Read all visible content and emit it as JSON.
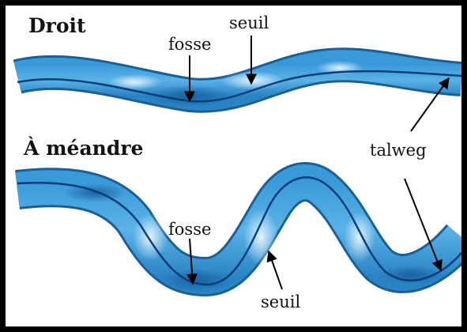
{
  "sections": {
    "straight": {
      "title": "Droit"
    },
    "meander": {
      "title": "À méandre"
    }
  },
  "labels": {
    "seuil_top": "seuil",
    "fosse_top": "fosse",
    "talweg": "talweg",
    "fosse_bottom": "fosse",
    "seuil_bottom": "seuil"
  },
  "colors": {
    "water": "#2f8fd0",
    "water_light": "#6cc0ee",
    "bank": "#1a5f96",
    "talweg_line": "#0b3d7a",
    "deep": "#1e6fb0"
  }
}
